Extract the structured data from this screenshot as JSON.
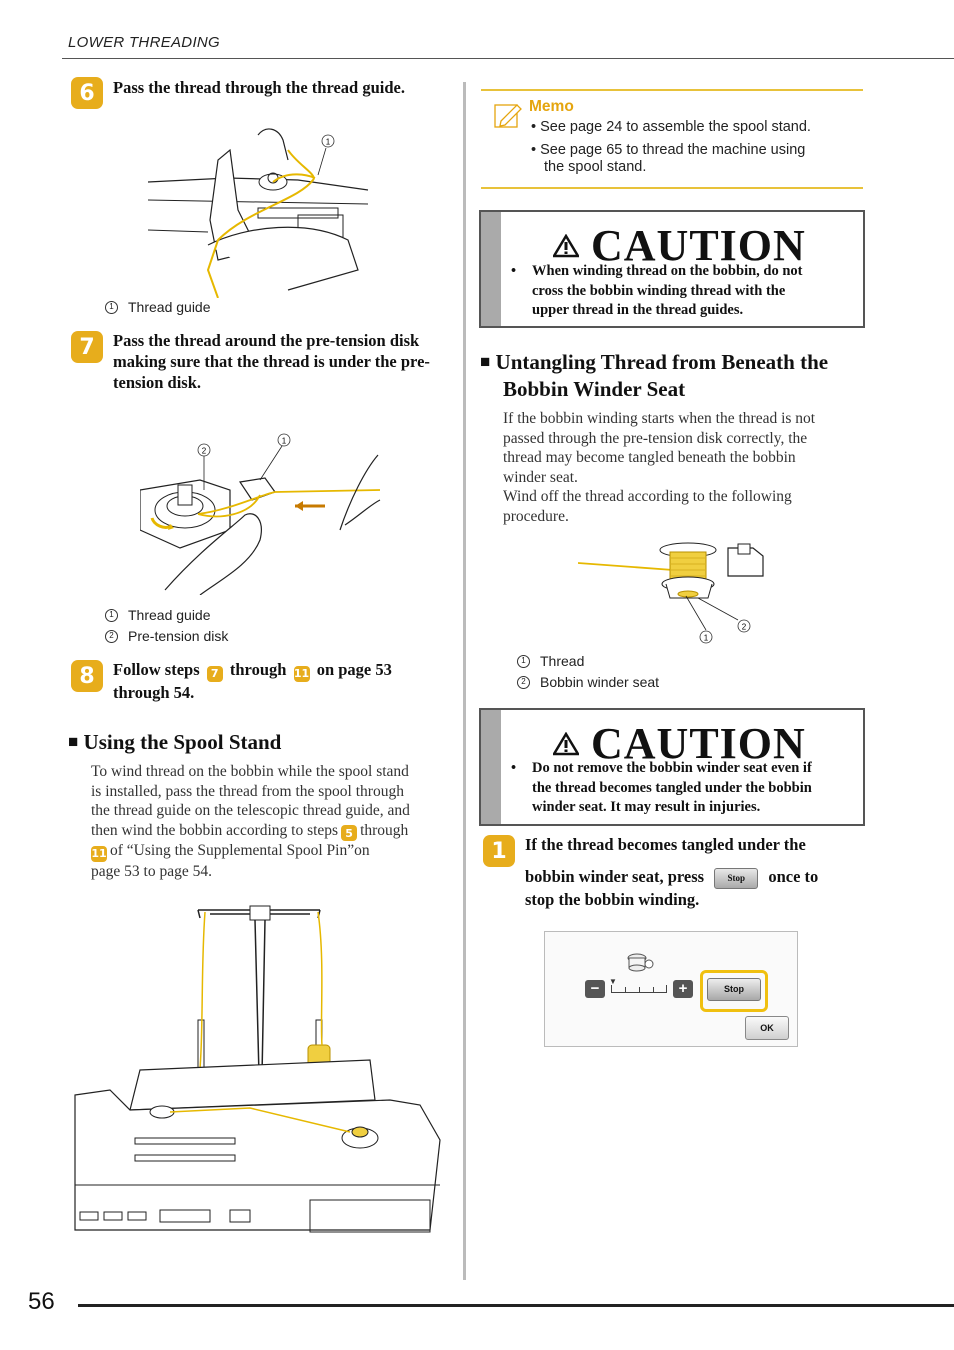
{
  "header": {
    "section": "LOWER THREADING"
  },
  "page_number": "56",
  "step6": {
    "num": "6",
    "text": "Pass the thread through the thread guide.",
    "fig_num_1": "1",
    "cap1_num": "1",
    "cap1": "Thread guide"
  },
  "step7": {
    "num": "7",
    "text": "Pass the thread around the pre-tension disk making sure that the thread is under the pre-tension disk.",
    "fig_num_1": "1",
    "fig_num_2": "2",
    "cap1_num": "1",
    "cap1": "Thread guide",
    "cap2_num": "2",
    "cap2": "Pre-tension disk"
  },
  "step8": {
    "num": "8",
    "text_a": "Follow steps",
    "badge_a": "7",
    "text_b": "through",
    "badge_b": "11",
    "text_c": "on page 53",
    "text_d": "through 54."
  },
  "spool": {
    "title": "Using the Spool Stand",
    "p1": "To wind thread on the bobbin while the spool stand",
    "p2": "is installed, pass the thread from the spool through",
    "p3": "the thread guide on the telescopic thread guide, and",
    "p4a": "then wind the bobbin according to steps",
    "badge_a": "5",
    "p4b": "through",
    "badge_b": "11",
    "p5": "of “Using the Supplemental Spool Pin”on",
    "p6": "page 53 to page 54."
  },
  "memo": {
    "title": "Memo",
    "item1": "• See page 24 to assemble the spool stand.",
    "item2a": "• See page 65 to thread the machine using",
    "item2b": "the spool stand."
  },
  "caution1": {
    "title": "CAUTION",
    "bullet": "•",
    "l1": "When winding thread on the bobbin, do not",
    "l2": "cross the bobbin winding thread with the",
    "l3": "upper thread in the thread guides."
  },
  "untangle": {
    "title1": "Untangling Thread from Beneath the",
    "title2": "Bobbin Winder Seat",
    "p1": "If the bobbin winding starts when the thread is not",
    "p2": "passed through the pre-tension disk correctly, the",
    "p3": "thread may become tangled beneath the bobbin",
    "p4": "winder seat.",
    "p5": "Wind off the thread according to the following",
    "p6": "procedure.",
    "fig_num_1": "1",
    "fig_num_2": "2",
    "cap1_num": "1",
    "cap1": "Thread",
    "cap2_num": "2",
    "cap2": "Bobbin winder seat"
  },
  "caution2": {
    "title": "CAUTION",
    "bullet": "•",
    "l1": "Do not remove the bobbin winder seat even if",
    "l2": "the thread becomes tangled under the bobbin",
    "l3": "winder seat. It may result in injuries."
  },
  "stepU1": {
    "num": "1",
    "l1": "If the thread becomes tangled under the",
    "l2a": "bobbin winder seat, press",
    "btn": "Stop",
    "l2b": "once to",
    "l3": "stop the bobbin winding."
  },
  "screen": {
    "minus": "−",
    "plus": "+",
    "stop": "Stop",
    "ok": "OK"
  },
  "colors": {
    "accent": "#e7ad1c",
    "memo_rule": "#e8c23a",
    "thread": "#e6b800"
  }
}
